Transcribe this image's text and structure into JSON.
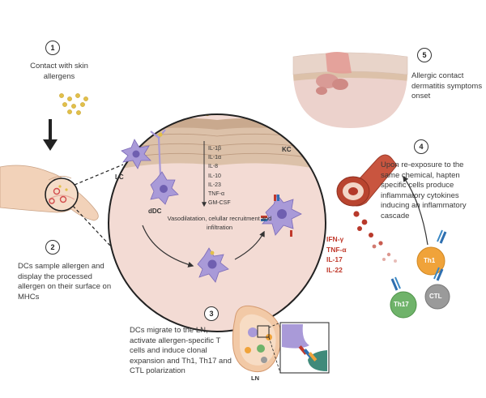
{
  "steps": [
    {
      "number": "1",
      "text": "Contact with skin allergens"
    },
    {
      "number": "2",
      "text": "DCs sample allergen and display the processed allergen  on their surface on MHCs"
    },
    {
      "number": "3",
      "text": "DCs migrate to the LN, activate allergen-specific T cells and induce clonal expansion and Th1, Th17 and CTL polarization"
    },
    {
      "number": "4",
      "text": "Upon re-exposure to the same chemical, hapten specific cells produce inflammatory cytokines inducing an inflammatory cascade"
    },
    {
      "number": "5",
      "text": "Allergic contact dermatitis symptoms onset"
    }
  ],
  "circle_labels": {
    "lc": "LC",
    "ddc": "dDC",
    "kc": "KC"
  },
  "cytokines": [
    "IL-1β",
    "IL-1α",
    "IL-8",
    "IL-10",
    "IL-23",
    "TNF-α",
    "GM-CSF"
  ],
  "vaso_text": "Vasodilatation, celullar recruitment and infiltration",
  "inflammatory_cytokines": [
    "IFN-γ",
    "TNF-α",
    "IL-17",
    "IL-22"
  ],
  "cells": {
    "th1": "Th1",
    "th17": "Th17",
    "ctl": "CTL"
  },
  "ln_label": "LN",
  "colors": {
    "skin": "#eccfc8",
    "dc": "#a99ad8",
    "allergen": "#e2c04a",
    "vessel": "#c9553f",
    "inflammation": "#c0392b"
  }
}
